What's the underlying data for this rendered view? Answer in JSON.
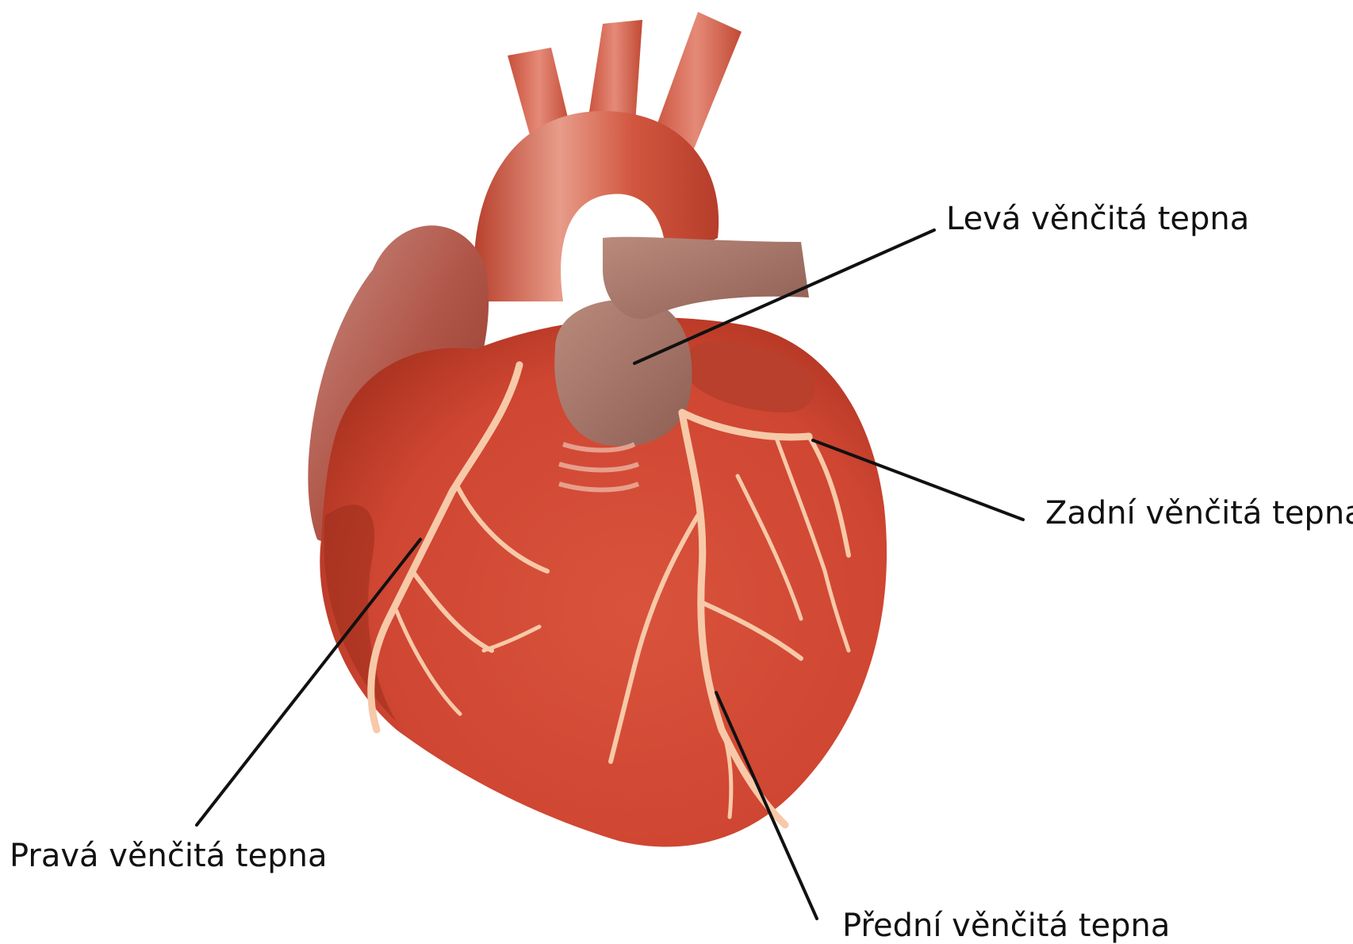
{
  "labels": {
    "left_coronary": "Levá věnčitá tepna",
    "posterior_coronary": "Zadní věnčitá tepna",
    "right_coronary": "Pravá věnčitá tepna",
    "anterior_coronary": "Přední věnčitá tepna"
  },
  "colors": {
    "background": "#ffffff",
    "heart_main": "#d24b36",
    "heart_dark": "#a8321f",
    "vessel": "#f7c9a8",
    "pulmonary_grey": "#a87a6c",
    "leader_line": "#111111",
    "label_text": "#111111"
  }
}
